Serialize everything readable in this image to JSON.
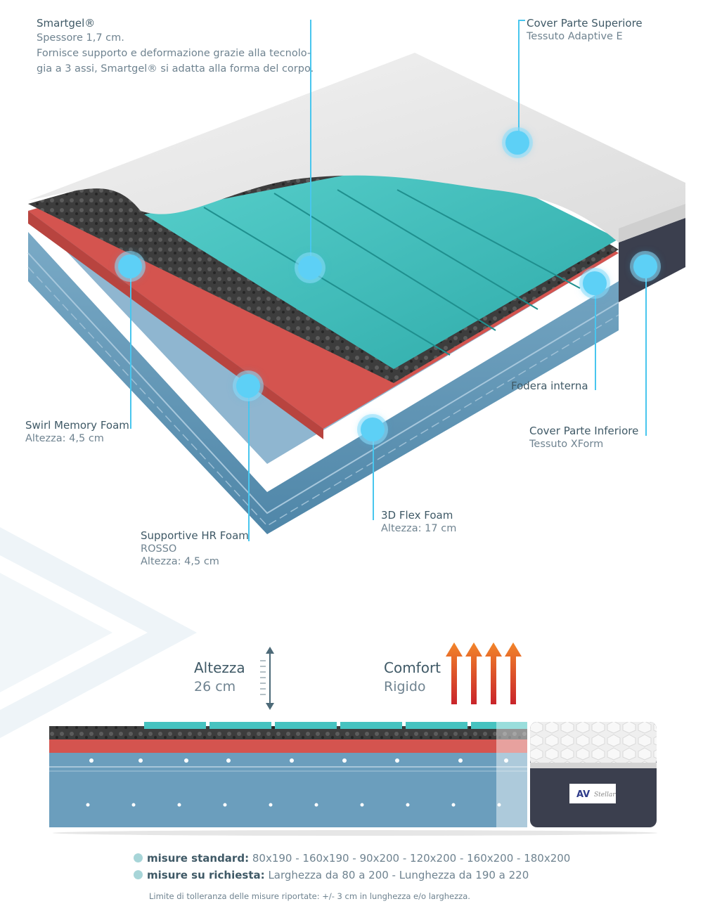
{
  "labels": {
    "smartgel": {
      "title": "Smartgel®",
      "line1": "Spessore 1,7 cm.",
      "line2": "Fornisce supporto e deformazione grazie alla tecnolo-",
      "line3": "gia a 3 assi, Smartgel® si adatta alla forma del corpo."
    },
    "cover_top": {
      "title": "Cover Parte Superiore",
      "sub": "Tessuto Adaptive E"
    },
    "fodera": {
      "title": "Fodera interna"
    },
    "cover_bottom": {
      "title": "Cover Parte Inferiore",
      "sub": "Tessuto XForm"
    },
    "swirl": {
      "title": "Swirl Memory Foam",
      "sub": "Altezza: 4,5 cm"
    },
    "flex3d": {
      "title": "3D Flex Foam",
      "sub": "Altezza: 17 cm"
    },
    "hr": {
      "title": "Supportive HR Foam",
      "sub1": "ROSSO",
      "sub2": "Altezza: 4,5 cm"
    }
  },
  "specs": {
    "height": {
      "title": "Altezza",
      "value": "26 cm"
    },
    "comfort": {
      "title": "Comfort",
      "value": "Rigido"
    }
  },
  "sizes": {
    "standard_label": "misure standard:",
    "standard_value": "80x190 - 160x190 - 90x200 - 120x200 - 160x200 - 180x200",
    "custom_label": "misure su richiesta:",
    "custom_value": "Larghezza da 80 a 200 - Lunghezza da 190 a 220",
    "tolerance": "Limite di tolleranza delle misure riportate: +/- 3 cm in lunghezza e/o larghezza."
  },
  "colors": {
    "leader": "#48c6ee",
    "gel": "#46c3c0",
    "memory": "#3c3c3c",
    "hr": "#d4544f",
    "flex": "#6a9ebe",
    "cover": "#ececec",
    "bottom": "#3b3f4e",
    "arrow_top": "#f2852a",
    "arrow_bottom": "#c9242b"
  }
}
